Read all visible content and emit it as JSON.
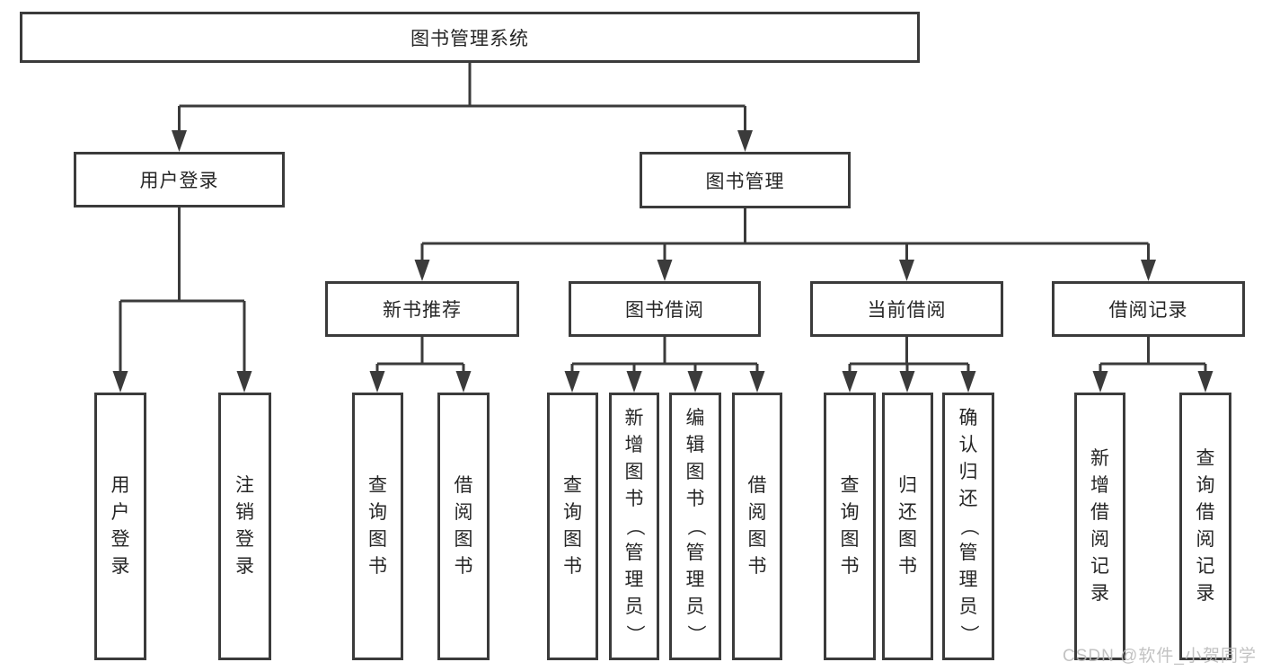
{
  "colors": {
    "line": "#3b3b3b",
    "text": "#262626",
    "watermark": "#bcbcbc",
    "background": "#ffffff"
  },
  "watermark": {
    "text": "CSDN @软件_小贺同学"
  },
  "tree": {
    "root": {
      "label": "图书管理系统"
    },
    "branches": [
      {
        "label": "用户登录",
        "children": [
          {
            "label": "用户登录"
          },
          {
            "label": "注销登录"
          }
        ]
      },
      {
        "label": "图书管理",
        "children": [
          {
            "label": "新书推荐",
            "children": [
              {
                "label": "查询图书"
              },
              {
                "label": "借阅图书"
              }
            ]
          },
          {
            "label": "图书借阅",
            "children": [
              {
                "label": "查询图书"
              },
              {
                "label": "新增图书（管理员）"
              },
              {
                "label": "编辑图书（管理员）"
              },
              {
                "label": "借阅图书"
              }
            ]
          },
          {
            "label": "当前借阅",
            "children": [
              {
                "label": "查询图书"
              },
              {
                "label": "归还图书"
              },
              {
                "label": "确认归还（管理员）"
              }
            ]
          },
          {
            "label": "借阅记录",
            "children": [
              {
                "label": "新增借阅记录"
              },
              {
                "label": "查询借阅记录"
              }
            ]
          }
        ]
      }
    ]
  }
}
